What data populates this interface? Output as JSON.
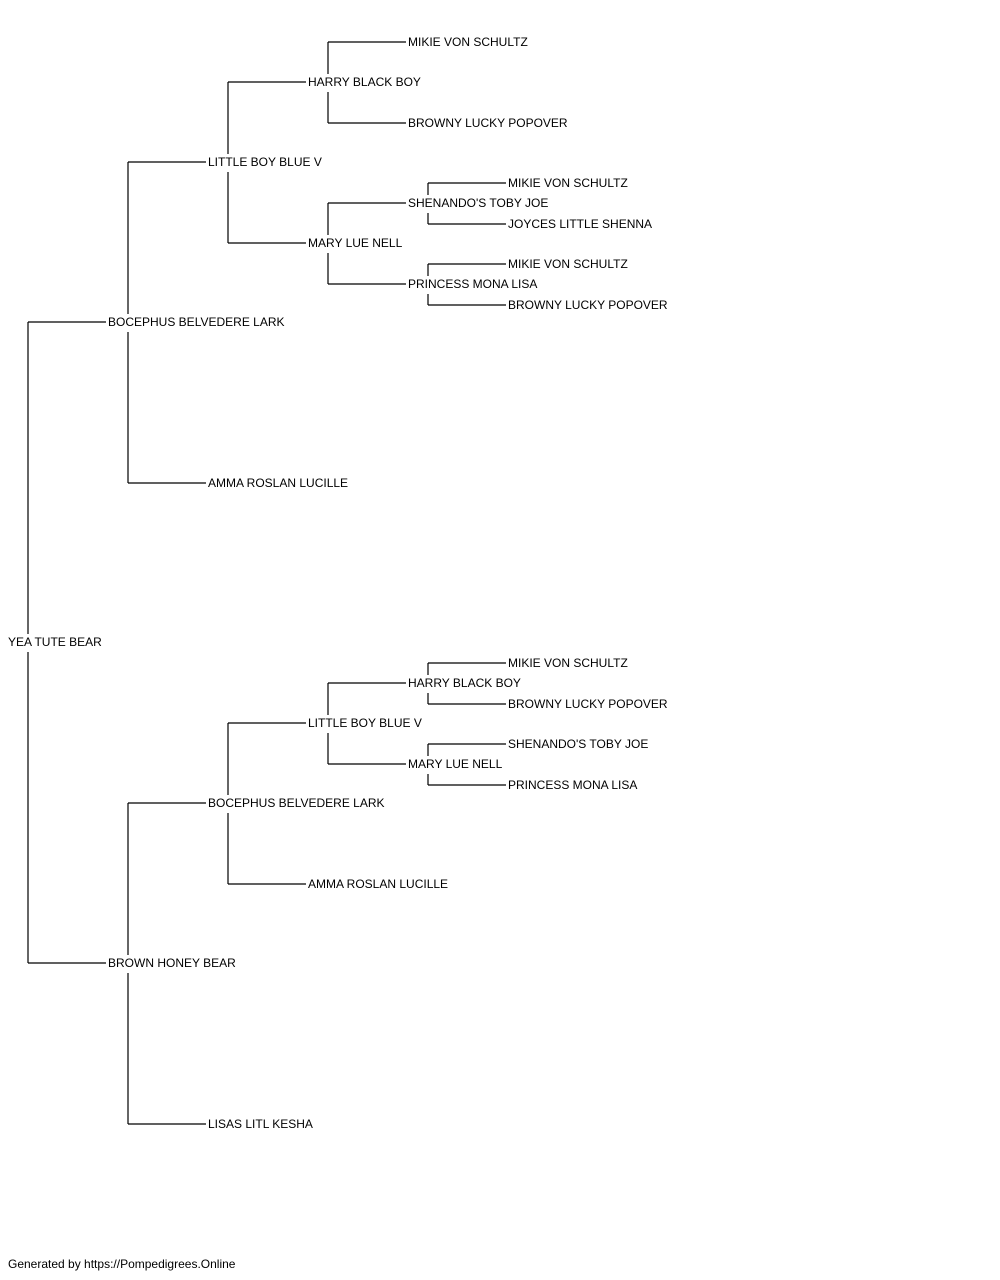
{
  "tree": {
    "name": "YEA TUTE BEAR",
    "sire": {
      "name": "BOCEPHUS BELVEDERE LARK",
      "sire": {
        "name": "LITTLE BOY BLUE V",
        "sire": {
          "name": "HARRY BLACK BOY",
          "sire": {
            "name": "MIKIE VON SCHULTZ"
          },
          "dam": {
            "name": "BROWNY LUCKY POPOVER"
          }
        },
        "dam": {
          "name": "MARY LUE NELL",
          "sire": {
            "name": "SHENANDO'S TOBY JOE",
            "sire": {
              "name": "MIKIE VON SCHULTZ"
            },
            "dam": {
              "name": "JOYCES LITTLE SHENNA"
            }
          },
          "dam": {
            "name": "PRINCESS MONA LISA",
            "sire": {
              "name": "MIKIE VON SCHULTZ"
            },
            "dam": {
              "name": "BROWNY LUCKY POPOVER"
            }
          }
        }
      },
      "dam": {
        "name": "AMMA ROSLAN LUCILLE"
      }
    },
    "dam": {
      "name": "BROWN HONEY BEAR",
      "sire": {
        "name": "BOCEPHUS BELVEDERE LARK",
        "sire": {
          "name": "LITTLE BOY BLUE V",
          "sire": {
            "name": "HARRY BLACK BOY",
            "sire": {
              "name": "MIKIE VON SCHULTZ"
            },
            "dam": {
              "name": "BROWNY LUCKY POPOVER"
            }
          },
          "dam": {
            "name": "MARY LUE NELL",
            "sire": {
              "name": "SHENANDO'S TOBY JOE"
            },
            "dam": {
              "name": "PRINCESS MONA LISA"
            }
          }
        },
        "dam": {
          "name": "AMMA ROSLAN LUCILLE"
        }
      },
      "dam": {
        "name": "LISAS LITL KESHA"
      }
    }
  },
  "footer": {
    "text": "Generated by https://Pompedigrees.Online"
  },
  "colors": {
    "line": "#000000",
    "text": "#000000",
    "background": "#ffffff"
  }
}
